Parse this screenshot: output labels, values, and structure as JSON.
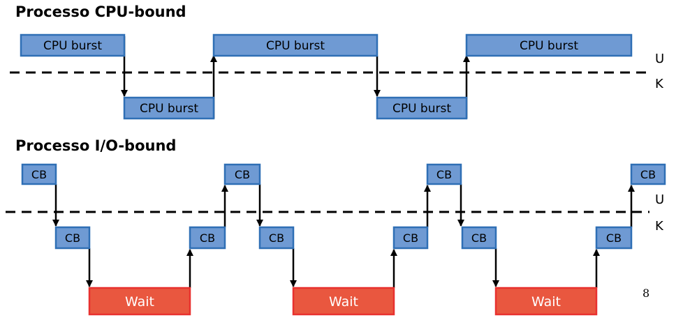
{
  "cpu_section": {
    "title": "Processo CPU-bound",
    "block_label": "CPU burst",
    "user_mode_label": "U",
    "kernel_mode_label": "K"
  },
  "io_section": {
    "title": "Processo I/O-bound",
    "cb_label": "CB",
    "wait_label": "Wait",
    "user_mode_label": "U",
    "kernel_mode_label": "K"
  },
  "page_number": "8"
}
